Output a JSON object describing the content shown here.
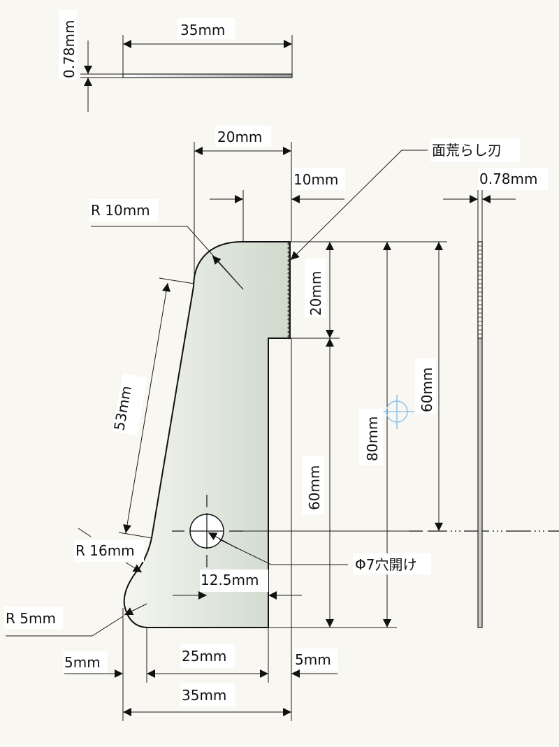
{
  "drawing": {
    "background_color": "#f8f7f1",
    "part_fill_gradient": [
      "#f4f5f0",
      "#cfd9cc"
    ],
    "top_view": {
      "width_label": "35mm",
      "thickness_label": "0.78mm"
    },
    "front_view": {
      "top_width_label": "20mm",
      "top_flat_label": "10mm",
      "top_radius_label": "R 10mm",
      "slant_length_label": "53mm",
      "lower_radius_label": "R 16mm",
      "bottom_radius_label": "R 5mm",
      "serrated_edge_note": "面荒らし刃",
      "serrated_height_label": "20mm",
      "lower_height_label": "60mm",
      "total_height_label": "80mm",
      "hole_height_label": "60mm",
      "hole_note": "Φ7穴開け",
      "hole_offset_label": "12.5mm",
      "left_offset_label": "5mm",
      "bottom_width_label": "25mm",
      "right_offset_label": "5mm",
      "overall_width_label": "35mm"
    },
    "side_view": {
      "thickness_label": "0.78mm"
    }
  }
}
